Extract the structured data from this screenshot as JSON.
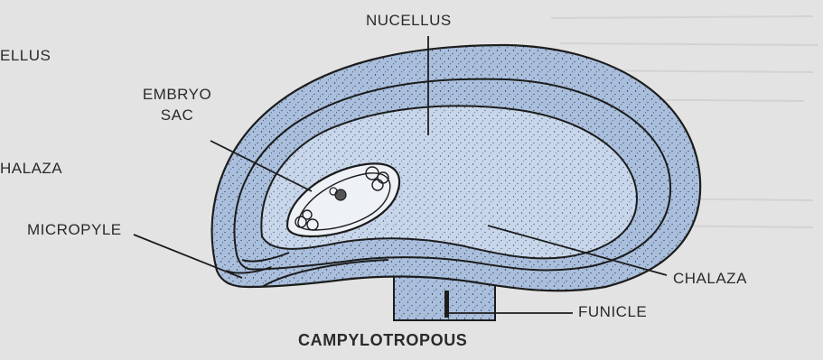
{
  "labels": {
    "nucellus_top": "NUCELLUS",
    "nucellus_left_partial": "ELLUS",
    "embryo_sac_line1": "EMBRYO",
    "embryo_sac_line2": "SAC",
    "chalaza_left_partial": "HALAZA",
    "micropyle": "MICROPYLE",
    "chalaza_right": "CHALAZA",
    "funicle": "FUNICLE"
  },
  "caption": "CAMPYLOTROPOUS",
  "colors": {
    "background": "#e3e3e3",
    "ovule_fill": "#a9bfdd",
    "nucellus_fill": "#c7d6ea",
    "outline": "#1c1c1c",
    "text": "#2a2a2a"
  }
}
